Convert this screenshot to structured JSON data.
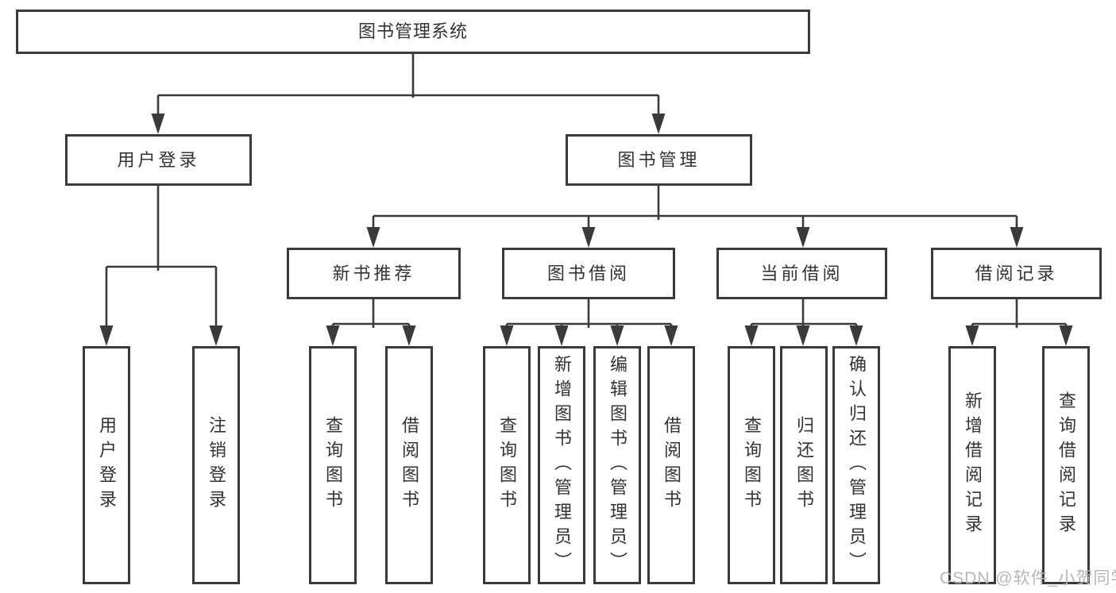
{
  "watermark": {
    "text": "CSDN @软件_小贺同学"
  },
  "colors": {
    "line": "#3a3a3a",
    "box_border": "#3a3a3a",
    "text": "#333333",
    "background": "#ffffff",
    "watermark": "#b7b7b7"
  },
  "tree": {
    "label": "图书管理系统",
    "children": [
      {
        "label": "用户登录",
        "children": [
          {
            "label": "用户登录"
          },
          {
            "label": "注销登录"
          }
        ]
      },
      {
        "label": "图书管理",
        "children": [
          {
            "label": "新书推荐",
            "children": [
              {
                "label": "查询图书"
              },
              {
                "label": "借阅图书"
              }
            ]
          },
          {
            "label": "图书借阅",
            "children": [
              {
                "label": "查询图书"
              },
              {
                "label": "新增图书（管理员）"
              },
              {
                "label": "编辑图书（管理员）"
              },
              {
                "label": "借阅图书"
              }
            ]
          },
          {
            "label": "当前借阅",
            "children": [
              {
                "label": "查询图书"
              },
              {
                "label": "归还图书"
              },
              {
                "label": "确认归还（管理员）"
              }
            ]
          },
          {
            "label": "借阅记录",
            "children": [
              {
                "label": "新增借阅记录"
              },
              {
                "label": "查询借阅记录"
              }
            ]
          }
        ]
      }
    ]
  }
}
